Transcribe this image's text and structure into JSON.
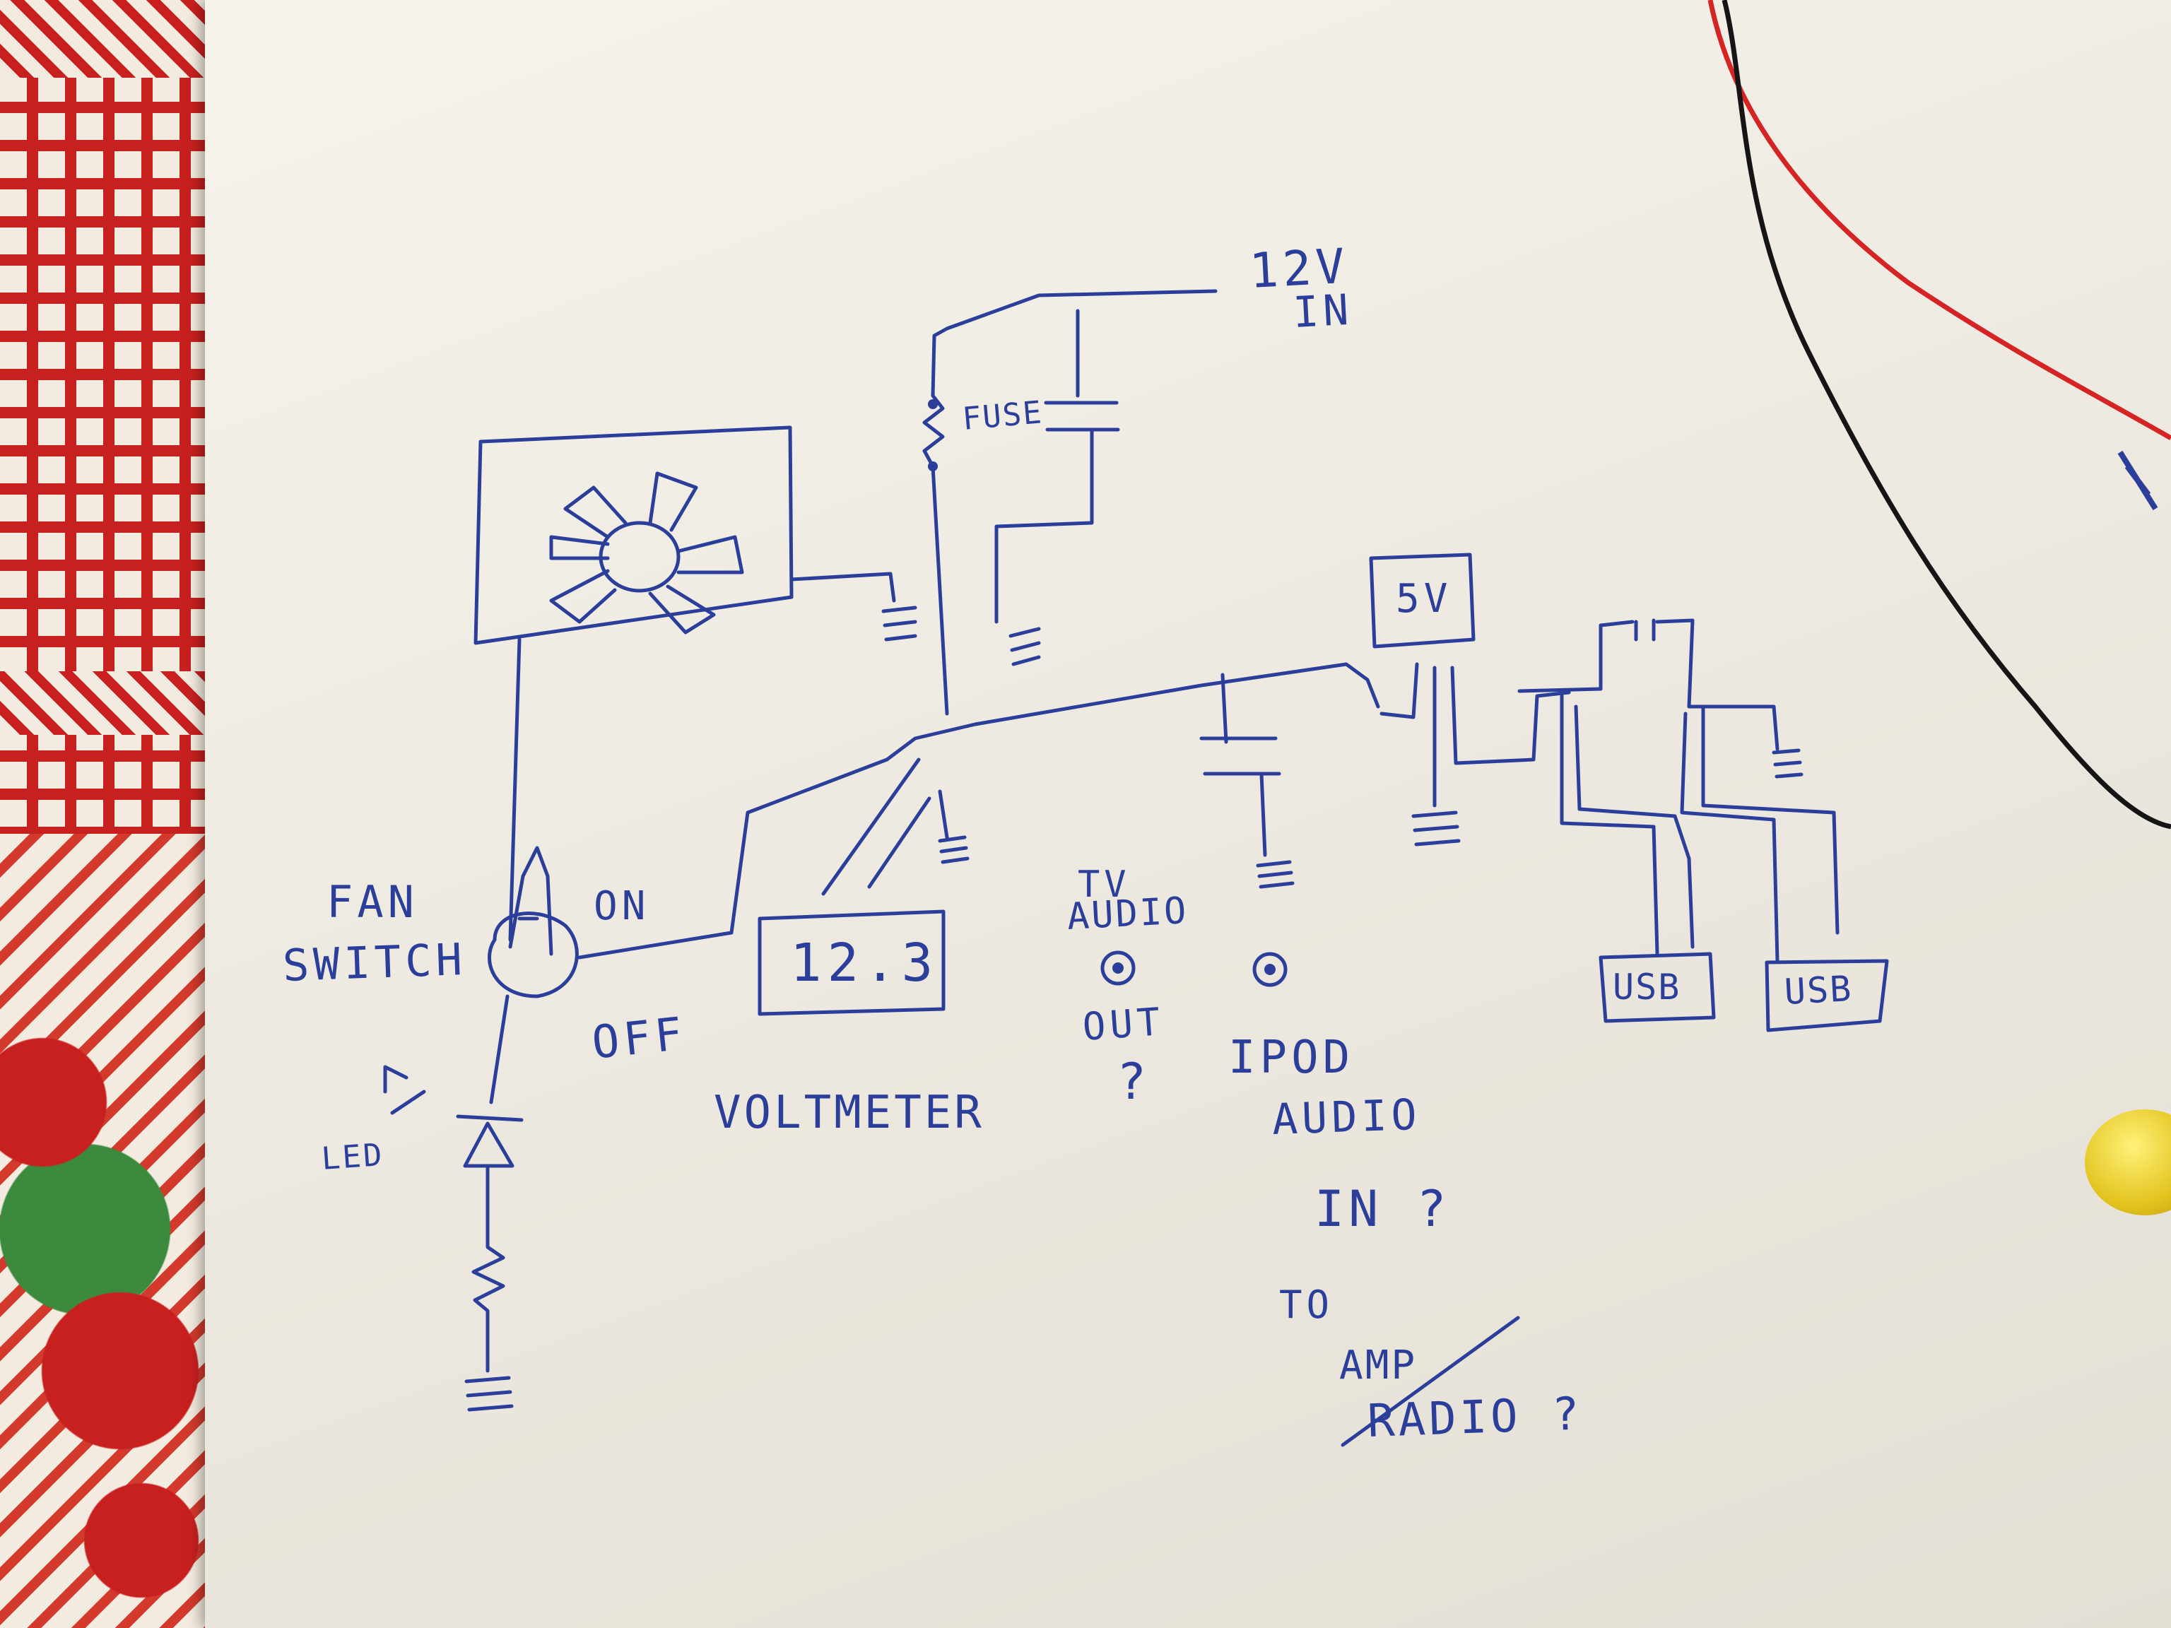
{
  "colors": {
    "ink": "#2b3f9a",
    "paper": "#f1eee6",
    "wire_red": "#d42424",
    "wire_black": "#151515",
    "knob": "#e8c91e"
  },
  "labels": {
    "input": [
      "12V",
      "IN"
    ],
    "fuse": "FUSE",
    "regulator": "5V",
    "usb_left": "USB",
    "usb_right": "USB",
    "fan_switch": [
      "FAN",
      "SWITCH"
    ],
    "switch_on": "ON",
    "switch_off": "OFF",
    "led": "LED",
    "voltmeter_reading": "12.3",
    "voltmeter": "VOLTMETER",
    "tv_audio": [
      "TV",
      "AUDIO"
    ],
    "tv_out": "OUT",
    "tv_question": "?",
    "ipod": [
      "IPOD",
      "AUDIO",
      "IN ?"
    ],
    "to": "TO",
    "amp_struck": "AMP",
    "radio": "RADIO ?"
  }
}
